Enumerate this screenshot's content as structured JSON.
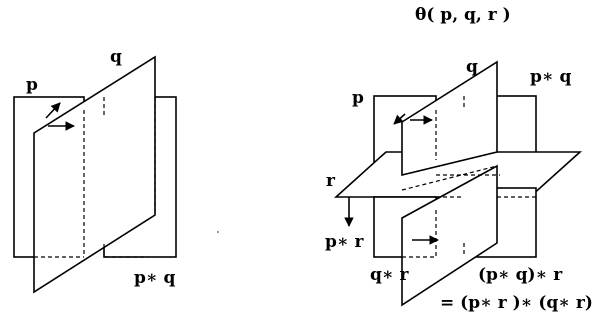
{
  "left": {
    "p": "p",
    "q": "q",
    "pq": "p∗ q"
  },
  "right": {
    "title": "θ( p, q, r )",
    "p": "p",
    "q": "q",
    "pq": "p∗ q",
    "r": "r",
    "pr": "p∗ r",
    "qr": "q∗ r",
    "pq_r": "(p∗ q)∗ r",
    "eq": "= (p∗ r )∗ (q∗ r)"
  }
}
